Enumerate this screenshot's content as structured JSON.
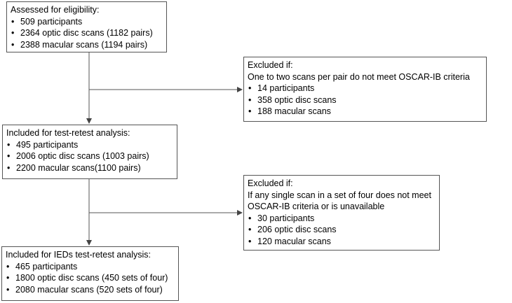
{
  "flowchart": {
    "assessed": {
      "title": "Assessed for eligibility:",
      "items": [
        "509 participants",
        "2364 optic disc scans (1182 pairs)",
        "2388 macular scans (1194 pairs)"
      ]
    },
    "excluded_1": {
      "title": "Excluded if:",
      "description": "One to two scans per pair do not meet OSCAR-IB criteria",
      "items": [
        "14 participants",
        "358 optic disc scans",
        "188 macular scans"
      ]
    },
    "included_test_retest": {
      "title": "Included for test-retest analysis:",
      "items": [
        "495 participants",
        "2006 optic disc scans (1003 pairs)",
        "2200 macular scans(1100 pairs)"
      ]
    },
    "excluded_2": {
      "title": "Excluded if:",
      "description": "If any single scan in a set of four does not meet OSCAR-IB criteria or is unavailable",
      "items": [
        "30 participants",
        "206 optic disc scans",
        "120 macular scans"
      ]
    },
    "included_ieds": {
      "title": "Included for IEDs test-retest analysis:",
      "items": [
        "465 participants",
        "1800 optic disc scans (450 sets of four)",
        "2080 macular scans (520 sets of four)"
      ]
    }
  }
}
